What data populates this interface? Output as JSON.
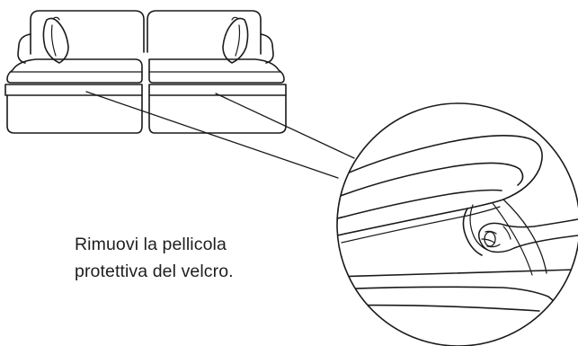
{
  "instruction": {
    "line1": "Rimuovi la pellicola",
    "line2": "protettiva del velcro."
  },
  "colors": {
    "stroke": "#1a1a1a",
    "background": "#ffffff",
    "text": "#1e1e1e"
  },
  "icons": {
    "sofa": "two-seat-sofa-icon",
    "zoom": "zoom-magnifier-circle",
    "hand": "hand-peeling-film-icon"
  }
}
